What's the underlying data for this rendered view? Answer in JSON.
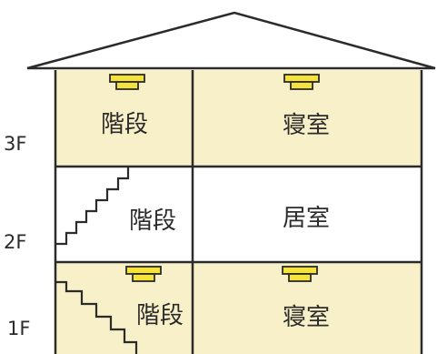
{
  "floors": [
    {
      "label": "3F",
      "left_room": "階段",
      "right_room": "寝室",
      "left_detector": true,
      "right_detector": true
    },
    {
      "label": "2F",
      "left_room": "階段",
      "right_room": "居室",
      "left_detector": false,
      "right_detector": false
    },
    {
      "label": "1F",
      "left_room": "階段",
      "right_room": "寝室",
      "left_detector": true,
      "right_detector": true
    }
  ],
  "colors": {
    "highlight_fill": "#f8f0c8",
    "plain_fill": "#ffffff",
    "outline": "#2b2b2b",
    "detector_fill": "#f5e23a",
    "label_text": "#2b2b2b"
  }
}
